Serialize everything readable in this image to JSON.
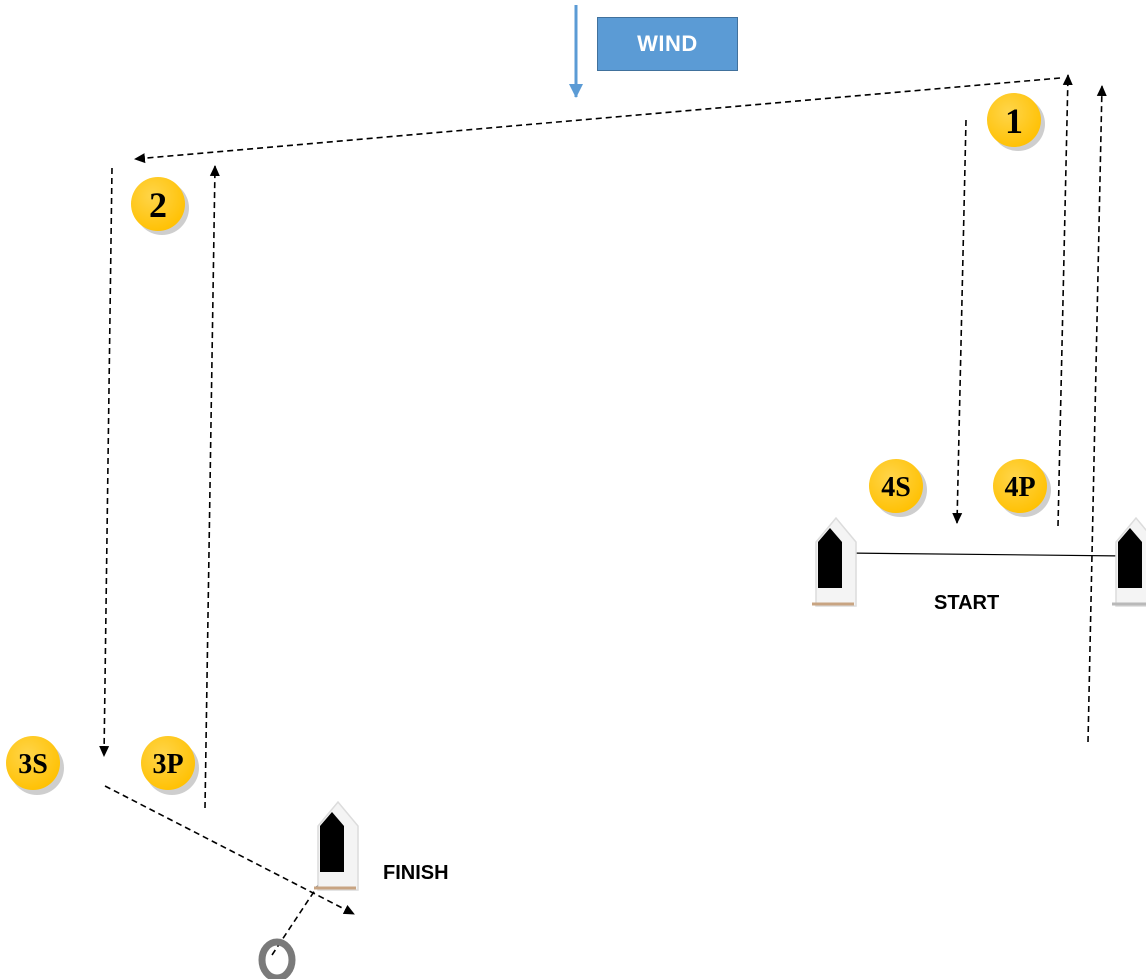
{
  "wind": {
    "label": "WIND",
    "arrow_color": "#5b9bd5",
    "box_color": "#5b9bd5"
  },
  "marks": [
    {
      "id": "1",
      "label": "1"
    },
    {
      "id": "2",
      "label": "2"
    },
    {
      "id": "3S",
      "label": "3S"
    },
    {
      "id": "3P",
      "label": "3P"
    },
    {
      "id": "4S",
      "label": "4S"
    },
    {
      "id": "4P",
      "label": "4P"
    }
  ],
  "mark_color": "#ffc000",
  "labels": {
    "start": "START",
    "finish": "FINISH"
  },
  "boats": [
    "start-left",
    "start-right",
    "finish"
  ],
  "buoy": "ring-buoy-icon"
}
